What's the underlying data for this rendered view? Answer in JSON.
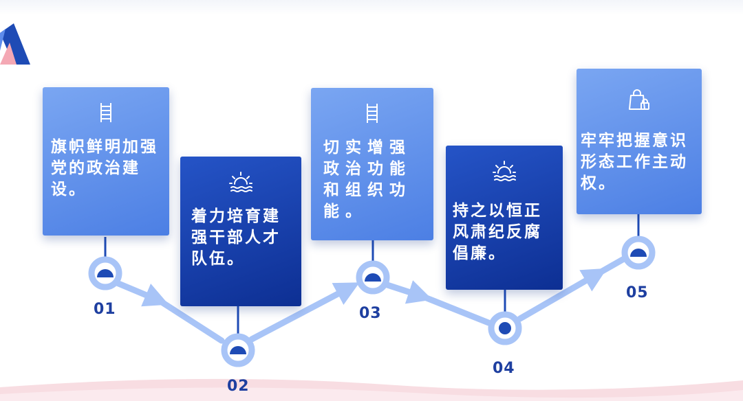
{
  "colors": {
    "light_card": "#5e8ceb",
    "dark_card": "#1742b3",
    "label": "#1e3fa0",
    "path": "#a8c4f7",
    "ring": "#a8c4f7",
    "node_fill": "#1e4bb5"
  },
  "steps": [
    {
      "number": "01",
      "text": "旗帜鲜明加强党的政治建设。",
      "icon": "ladder-icon",
      "style": "light"
    },
    {
      "number": "02",
      "text": "着力培育建强干部人才队伍。",
      "icon": "sunrise-icon",
      "style": "dark"
    },
    {
      "number": "03",
      "text": "切实增强政治功能和组织功能。",
      "icon": "ladder-icon",
      "style": "light"
    },
    {
      "number": "04",
      "text": "持之以恒正风肃纪反腐倡廉。",
      "icon": "sunrise-icon",
      "style": "dark"
    },
    {
      "number": "05",
      "text": "牢牢把握意识形态工作主动权。",
      "icon": "lock-bag-icon",
      "style": "light"
    }
  ]
}
